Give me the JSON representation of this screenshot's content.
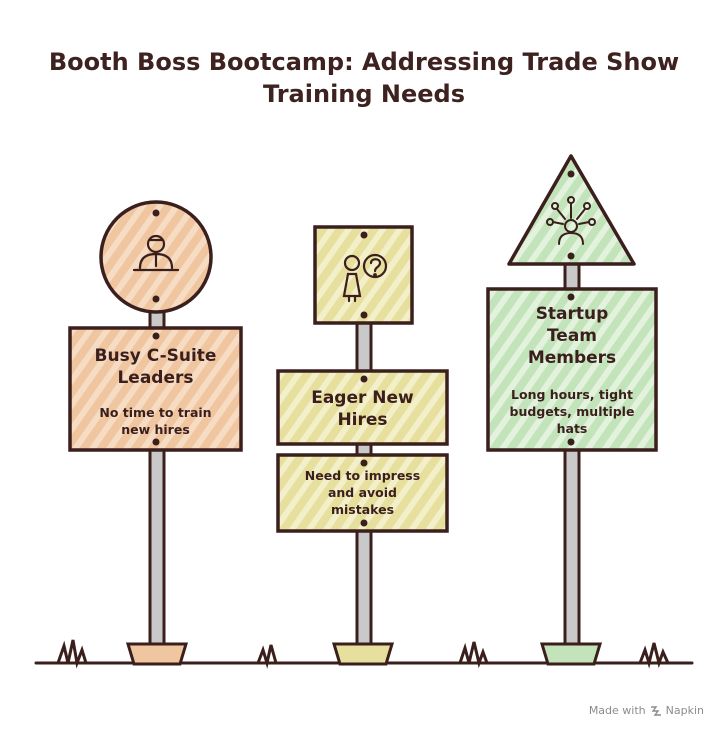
{
  "title_line1": "Booth Boss Bootcamp: Addressing Trade Show",
  "title_line2": "Training Needs",
  "signs": [
    {
      "heading": "Busy C-Suite Leaders",
      "heading_lines": [
        "Busy C-Suite",
        "Leaders"
      ],
      "detail_lines": [
        "No time to train",
        "new hires"
      ],
      "icon": "executive-icon",
      "color": "#f0c6a0"
    },
    {
      "heading": "Eager New Hires",
      "heading_lines": [
        "Eager New",
        "Hires"
      ],
      "detail_lines": [
        "Need to impress",
        "and avoid",
        "mistakes"
      ],
      "icon": "person-question-icon",
      "color": "#e8e2a4"
    },
    {
      "heading": "Startup Team Members",
      "heading_lines": [
        "Startup",
        "Team",
        "Members"
      ],
      "detail_lines": [
        "Long hours, tight",
        "budgets, multiple",
        "hats"
      ],
      "icon": "team-network-icon",
      "color": "#c9e6c2"
    }
  ],
  "credit": {
    "prefix": "Made with",
    "brand": "Napkin"
  },
  "colors": {
    "ink": "#3a1f1d",
    "post": "#c9c9c9"
  }
}
